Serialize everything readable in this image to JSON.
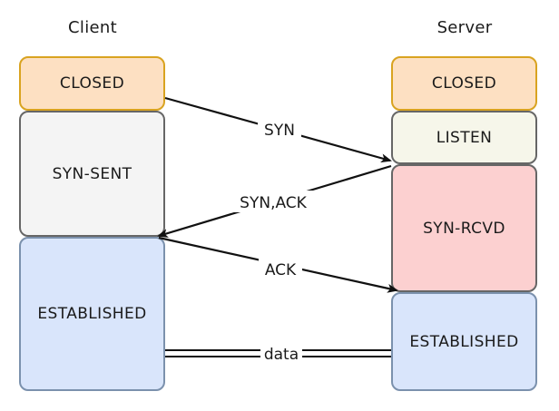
{
  "client": {
    "title": "Client",
    "states": [
      "CLOSED",
      "SYN-SENT",
      "ESTABLISHED"
    ]
  },
  "server": {
    "title": "Server",
    "states": [
      "CLOSED",
      "LISTEN",
      "SYN-RCVD",
      "ESTABLISHED"
    ]
  },
  "messages": {
    "syn": "SYN",
    "syn_ack": "SYN,ACK",
    "ack": "ACK",
    "data": "data"
  },
  "colors": {
    "closed_fill": "#fde0c2",
    "closed_border": "#d9a320",
    "synsent_fill": "#f4f4f4",
    "listen_fill": "#f6f6ea",
    "synrcvd_fill": "#fcd0d0",
    "established_fill": "#d9e5fb",
    "established_border": "#7b91ad",
    "neutral_border": "#666666"
  }
}
